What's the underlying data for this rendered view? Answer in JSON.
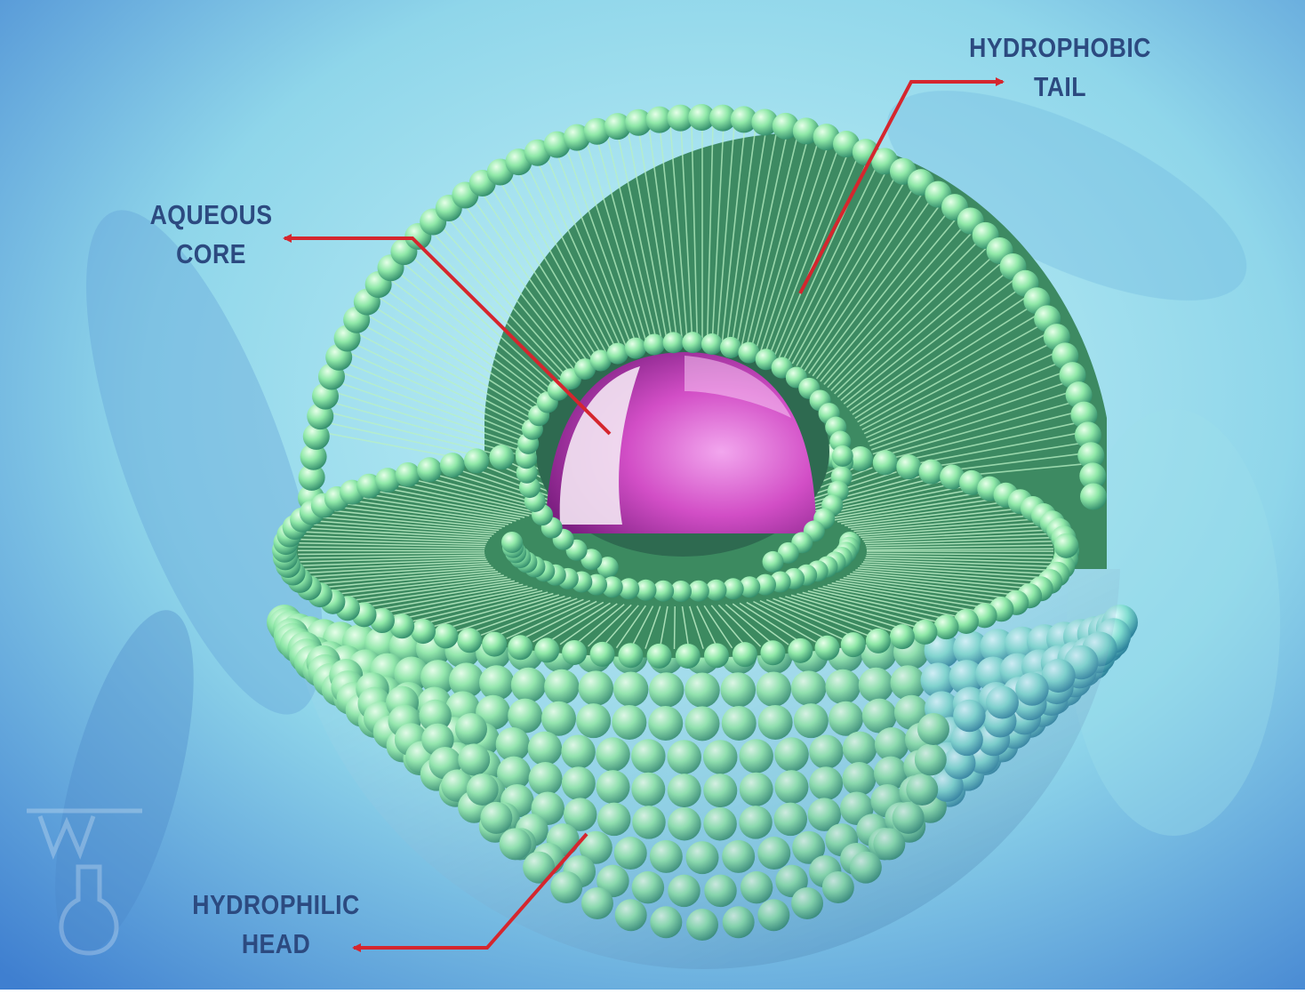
{
  "labels": {
    "aqueous_core": {
      "line1": "AQUEOUS",
      "line2": "CORE"
    },
    "hydrophobic_tail": {
      "line1": "HYDROPHOBIC",
      "line2": "TAIL"
    },
    "hydrophilic_head": {
      "line1": "HYDROPHILIC",
      "line2": "HEAD"
    }
  },
  "colors": {
    "background_light": "#aee8f2",
    "background_dark": "#3f7fd0",
    "head_green": "#86e6a6",
    "tail_green": "#4f9a6a",
    "core_pink": "#d94fcf",
    "arrow_red": "#d5262e",
    "label_text": "#2c4a80"
  },
  "icons": {
    "watermark": "flask-icon"
  }
}
